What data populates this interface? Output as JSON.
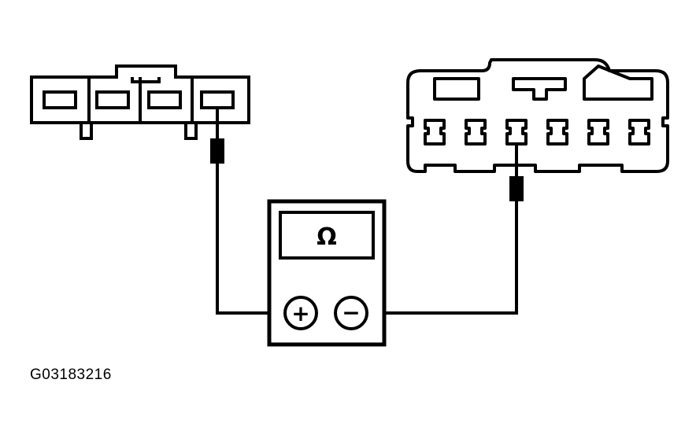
{
  "diagram": {
    "figure_id": "G03183216",
    "meter": {
      "display_symbol": "Ω",
      "positive_terminal": "+",
      "negative_terminal": "−"
    },
    "colors": {
      "line": "#000000",
      "background": "#ffffff"
    },
    "left_connector": {
      "cavity_count": 4
    },
    "right_connector": {
      "cavity_count": 6
    }
  }
}
